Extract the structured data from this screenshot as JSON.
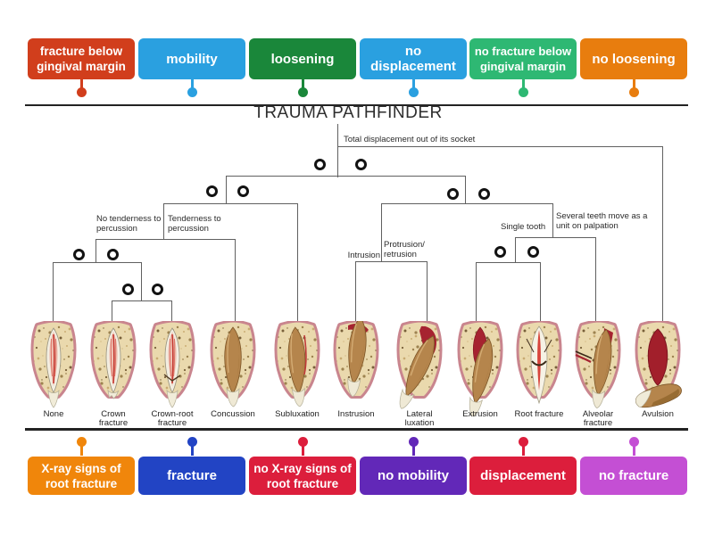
{
  "title": "TRAUMA PATHFINDER",
  "top_labels": [
    {
      "text": "fracture below gingival margin",
      "color": "#d13e1c"
    },
    {
      "text": "mobility",
      "color": "#2aa0e0"
    },
    {
      "text": "loosening",
      "color": "#1a873a"
    },
    {
      "text": "no displacement",
      "color": "#2aa0e0"
    },
    {
      "text": "no fracture below gingival margin",
      "color": "#2eb873"
    },
    {
      "text": "no loosening",
      "color": "#e87d0e"
    }
  ],
  "bottom_labels": [
    {
      "text": "X-ray signs of root fracture",
      "color": "#f0860b"
    },
    {
      "text": "fracture",
      "color": "#2244c4"
    },
    {
      "text": "no X-ray signs of root fracture",
      "color": "#dc1e3c"
    },
    {
      "text": "no mobility",
      "color": "#6228b8"
    },
    {
      "text": "displacement",
      "color": "#dc1e3c"
    },
    {
      "text": "no fracture",
      "color": "#c44fd4"
    }
  ],
  "tree": {
    "root_branch_label": "Total displacement out of its socket",
    "branch_labels": {
      "no_tenderness": "No tenderness to percussion",
      "tenderness": "Tenderness to percussion",
      "intrusion": "Intrusion",
      "protrusion": "Protrusion/ retrusion",
      "single_tooth": "Single tooth",
      "several_teeth": "Several teeth move as a unit on palpation"
    },
    "drop_zone_count": 12
  },
  "teeth": [
    {
      "name": "None",
      "variant": "section"
    },
    {
      "name": "Crown fracture",
      "variant": "crown-fracture"
    },
    {
      "name": "Crown-root fracture",
      "variant": "crown-root-fracture"
    },
    {
      "name": "Concussion",
      "variant": "intact"
    },
    {
      "name": "Subluxation",
      "variant": "subluxation"
    },
    {
      "name": "Instrusion",
      "variant": "intrusion"
    },
    {
      "name": "Lateral luxation",
      "variant": "lateral-luxation"
    },
    {
      "name": "Extrusion",
      "variant": "extrusion"
    },
    {
      "name": "Root fracture",
      "variant": "root-fracture"
    },
    {
      "name": "Alveolar fracture",
      "variant": "alveolar-fracture"
    },
    {
      "name": "Avulsion",
      "variant": "avulsion"
    }
  ],
  "colors": {
    "tree_line": "#606060",
    "drop_zone_ring": "#121212",
    "diagram_border": "#232323"
  }
}
